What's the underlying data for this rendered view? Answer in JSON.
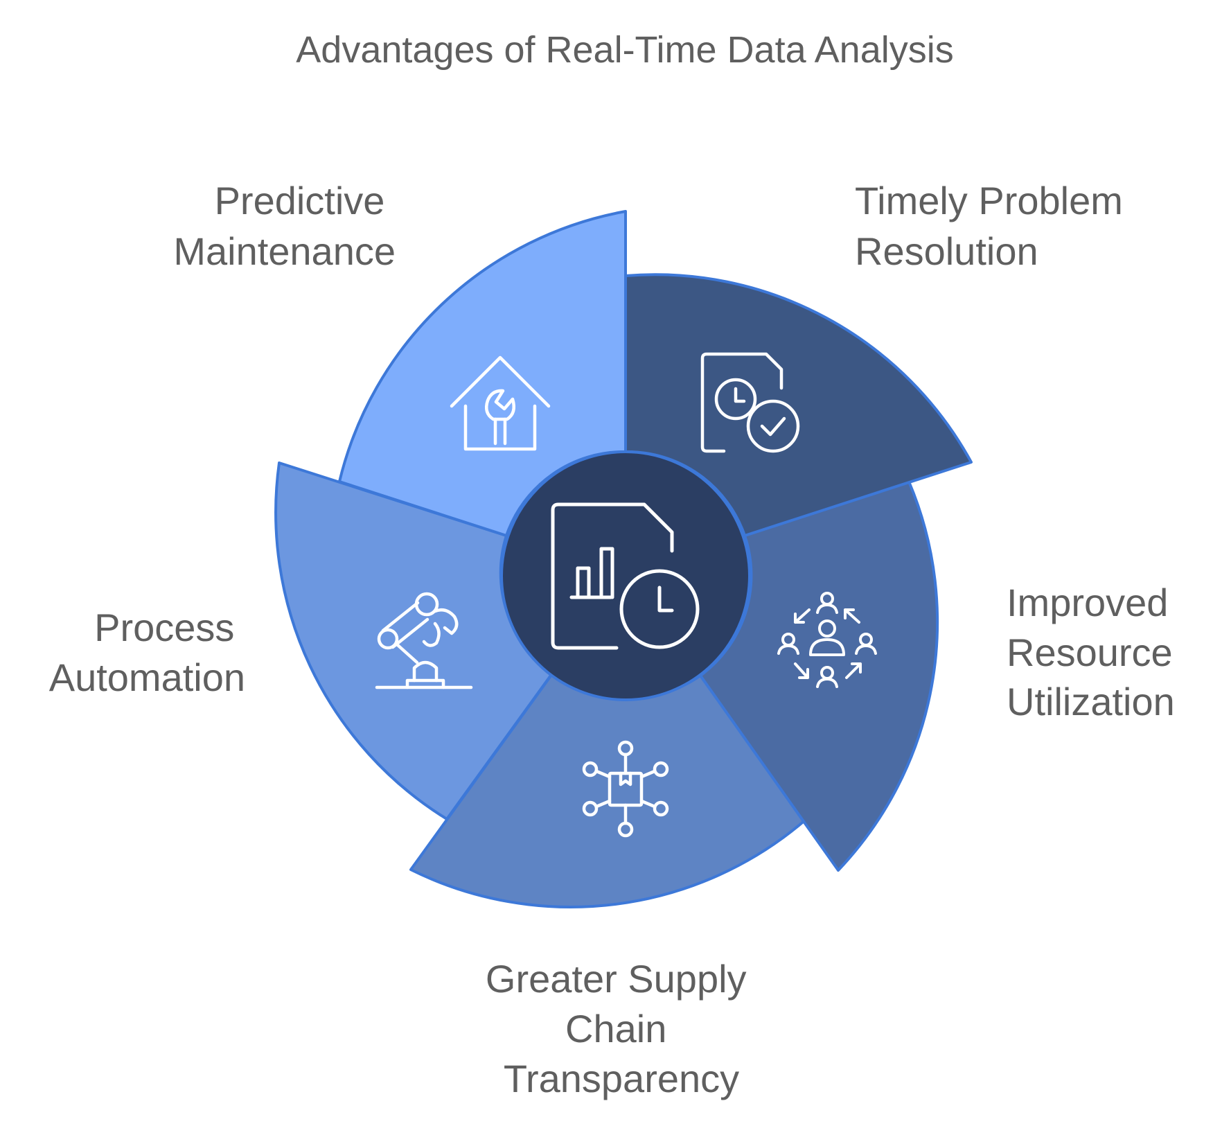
{
  "title": "Advantages of Real-Time Data Analysis",
  "center": {
    "icon": "report-clock-icon",
    "color": "#2b3e63"
  },
  "segments": [
    {
      "id": "predictive-maintenance",
      "lines": [
        "Predictive",
        "Maintenance"
      ],
      "icon": "house-wrench-icon",
      "color": "#7eadfc"
    },
    {
      "id": "timely-problem-resolution",
      "lines": [
        "Timely Problem",
        "Resolution"
      ],
      "icon": "document-clock-check-icon",
      "color": "#3c5784"
    },
    {
      "id": "improved-resource-utilization",
      "lines": [
        "Improved",
        "Resource",
        "Utilization"
      ],
      "icon": "people-cycle-icon",
      "color": "#4b6ba3"
    },
    {
      "id": "greater-supply-chain-transparency",
      "lines": [
        "Greater Supply",
        "Chain",
        "Transparency"
      ],
      "icon": "box-network-icon",
      "color": "#5e84c4"
    },
    {
      "id": "process-automation",
      "lines": [
        "Process",
        "Automation"
      ],
      "icon": "robot-arm-icon",
      "color": "#6c97e0"
    }
  ]
}
